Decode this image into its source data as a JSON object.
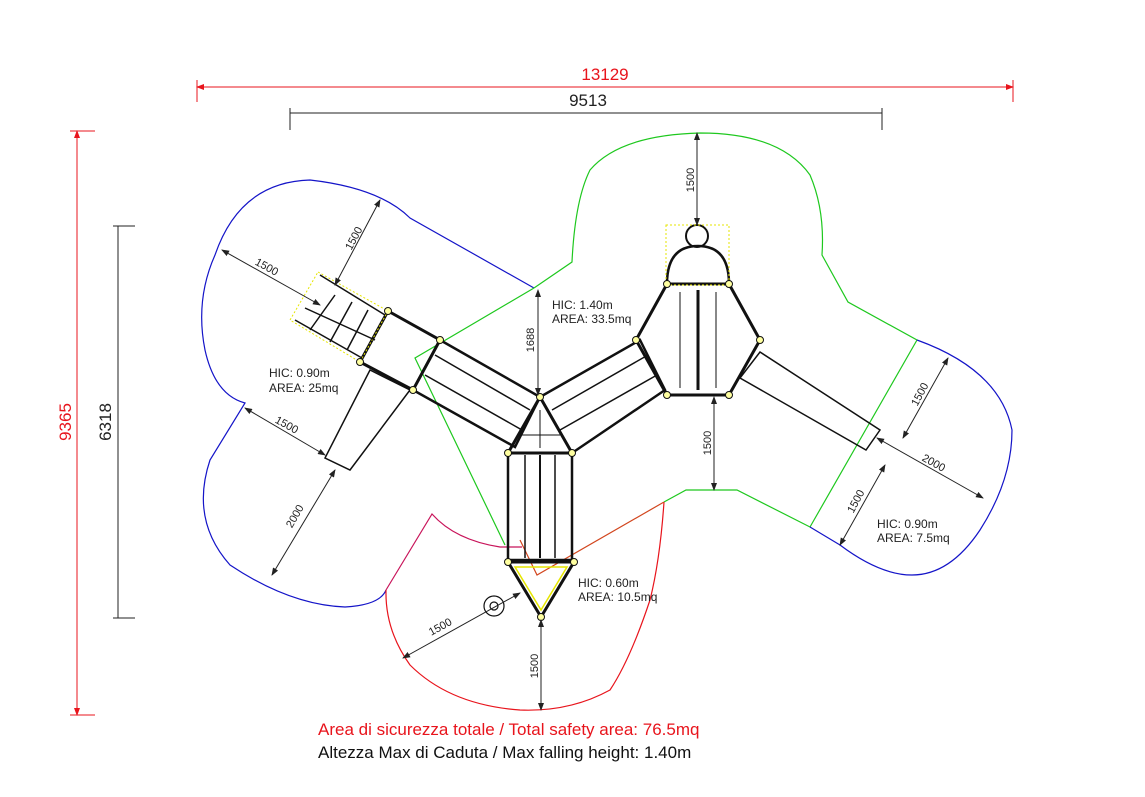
{
  "dimensions": {
    "overall_width": "13129",
    "equipment_width": "9513",
    "overall_height": "9365",
    "equipment_height": "6318",
    "left_top_a": "1500",
    "left_top_b": "1500",
    "left_mid": "1500",
    "left_bottom": "2000",
    "center_gap": "1688",
    "top_clearance": "1500",
    "tower_below": "1500",
    "right_top": "1500",
    "right_end": "2000",
    "right_bottom": "1500",
    "bottom_left": "1500",
    "bottom_down": "1500"
  },
  "zones": {
    "left": {
      "hic": "HIC: 0.90m",
      "area": "AREA: 25mq"
    },
    "center": {
      "hic": "HIC: 1.40m",
      "area": "AREA: 33.5mq"
    },
    "right": {
      "hic": "HIC: 0.90m",
      "area": "AREA: 7.5mq"
    },
    "bottom": {
      "hic": "HIC: 0.60m",
      "area": "AREA: 10.5mq"
    }
  },
  "notes": {
    "total_area": "Area di sicurezza totale / Total safety area: 76.5mq",
    "max_height": "Altezza Max di Caduta / Max falling height: 1.40m"
  },
  "colors": {
    "red": "#e8141c",
    "blue": "#1414c8",
    "green": "#1ec81e",
    "magenta": "#c8145a",
    "structure_outline": "#e6e600"
  }
}
